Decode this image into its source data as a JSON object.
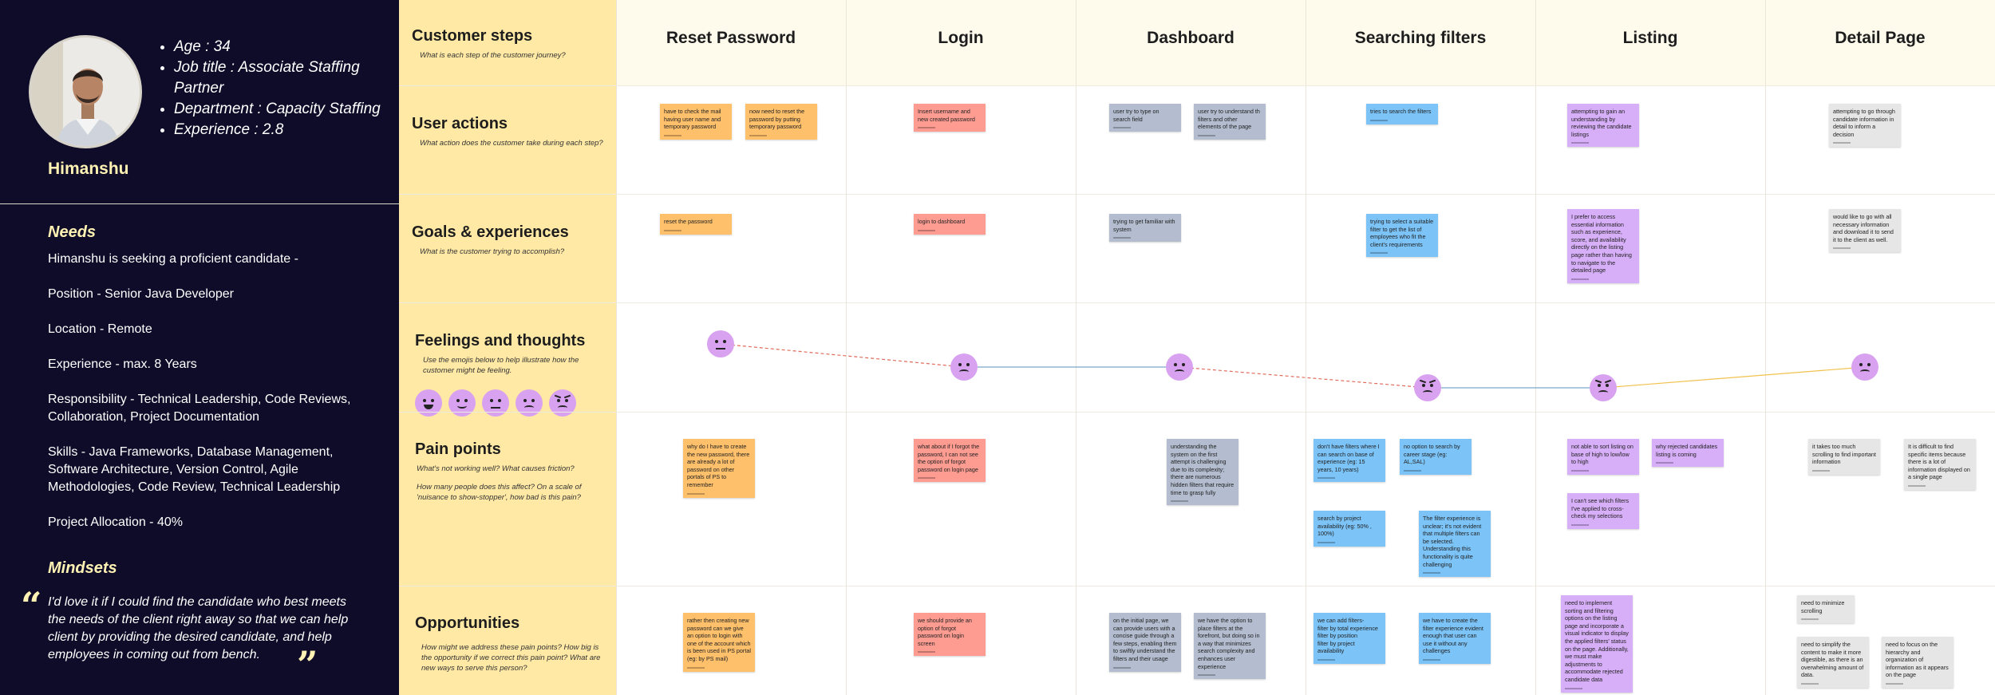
{
  "persona": {
    "name": "Himanshu",
    "details": [
      "Age : 34",
      "Job title : Associate Staffing Partner",
      "Department : Capacity Staffing",
      "Experience : 2.8"
    ],
    "needs_title": "Needs",
    "needs": [
      "Himanshu is seeking a proficient candidate -",
      "Position - Senior Java Developer",
      "Location - Remote",
      "Experience - max. 8 Years",
      "Responsibility -  Technical Leadership, Code Reviews, Collaboration, Project Documentation",
      "Skills - Java Frameworks, Database Management, Software Architecture, Version Control, Agile Methodologies, Code Review, Technical Leadership",
      "Project Allocation - 40%"
    ],
    "mindsets_title": "Mindsets",
    "quote_open": "“",
    "quote_close": "”",
    "quote": "I'd love it if I could find the candidate who best meets the needs of the client right away so that we can help client by providing the desired candidate, and help employees in coming out from bench."
  },
  "rows": [
    {
      "title": "Customer steps",
      "subtitle": "What is each step of the customer journey?"
    },
    {
      "title": "User actions",
      "subtitle": "What action does the customer take during each step?"
    },
    {
      "title": "Goals & experiences",
      "subtitle": "What is the customer trying to accomplish?"
    },
    {
      "title": "Feelings and thoughts",
      "subtitle": "Use the emojis below to help illustrate how the customer might be feeling."
    },
    {
      "title": "Pain points",
      "subtitle": "What's not working well? What causes friction?",
      "subtitle2": "How many people does this affect? On a scale of 'nuisance to show-stopper', how bad is this pain?"
    },
    {
      "title": "Opportunities",
      "subtitle": "How might we address these pain points? How big is the opportunity if we correct this pain point? What are new ways to serve this person?"
    }
  ],
  "steps": [
    "Reset Password",
    "Login",
    "Dashboard",
    "Searching filters",
    "Listing",
    "Detail Page"
  ],
  "notes": {
    "user_actions": [
      "have to check the mail having user name and temporary password",
      "now need to reset the password by putting temporary password",
      "Insert username and new created password",
      "user try to type on search field",
      "user try to understand th filters and other elements of the page",
      "tries to search the filters",
      "attempting to gain an understanding by reviewing the candidate listings",
      "attempting to go through candidate information in detail to inform a decision"
    ],
    "goals": [
      "reset the password",
      "login to dashboard",
      "trying to get familiar with system",
      "trying to select a suitable filter to get the list of employees who fit the client's requirements",
      "I prefer to access essential information such as experience, score, and availability directly on the listing page rather than having to navigate to the detailed page",
      "would like to go with all necessary information and download it to send it to the client as well."
    ],
    "pain_points": [
      "why do I have to create the new password, there are already a lot of password on other portals of PS to remember",
      "what about if I forgot the password, I can not see the option of forgot password on login page",
      "understanding the system on the first attempt is challenging due to its complexity; there are numerous hidden filters that require time to grasp fully",
      "don't have filters where I can search on base of experience (eg: 15 years, 10 years)",
      "no option to search by career stage (eg: AL,SAL)",
      "search by project availability (eg: 50% , 100%)",
      "The filter experience is unclear; it's not evident that multiple filters can be selected. Understanding this functionality is quite challenging",
      "not able to sort listing on base of high to low/low to high",
      "why rejected candidates listing is coming",
      "I can't see which filters I've applied to cross-check my selections",
      "it takes too much scrolling to find important information",
      "It is difficult to find specific items because there is a lot of information displayed on a single page"
    ],
    "opportunities": [
      "rather then creating new password can we give an option to login with one of the account which is been used in PS portal (eg: by PS mail)",
      "we should provide an option of forgot password on login screen",
      "on the initial page, we can provide users with a concise guide through a few steps, enabling them to swiftly understand the filters and their usage",
      "we have the option to place filters at the forefront, but doing so in a way that minimizes search complexity and enhances user experience",
      "we can add filters-\nfilter by total experience\nfilter by position\nfilter by project availability",
      "we have to create the filter experience evident enough that user can use it without any challenges",
      "need to implement sorting and filtering options on the listing page and incorporate a visual indicator to display the applied filters' status on the page. Additionally, we must make adjustments to accommodate rejected candidate data",
      "need to minimize scrolling",
      "need to simplify the content to make it more digestible, as there is an overwhelming amount of data.",
      "need to focus on the hierarchy and organization of information as it appears on the page"
    ]
  },
  "emotion_curve": [
    "neutral",
    "sad",
    "sad",
    "angry",
    "angry",
    "sad"
  ],
  "emoji_scale": [
    "happy",
    "slightly-happy",
    "neutral",
    "sad",
    "angry"
  ],
  "colors": {
    "persona_bg": "#0f0c29",
    "accent_yellow": "#fff2b3",
    "row_header_bg": "#ffe9a5",
    "emoji": "#d9a2f0"
  }
}
